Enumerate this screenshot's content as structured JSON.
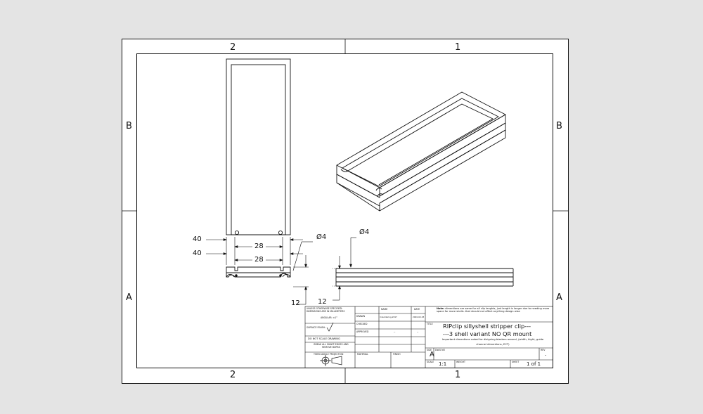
{
  "zones": {
    "top": [
      "2",
      "1"
    ],
    "bottom": [
      "2",
      "1"
    ],
    "left": [
      "B",
      "A"
    ],
    "right": [
      "B",
      "A"
    ]
  },
  "dimensions": {
    "width_outer": "40",
    "width_inner": "40",
    "span_upper": "28",
    "span_lower": "28",
    "hole_dia_front": "Ø4",
    "hole_dia_side": "Ø4",
    "height_front": "12",
    "height_side": "12"
  },
  "title_block": {
    "tolerance_note": "UNLESS OTHERWISE SPECIFIED: DIMENSIONS ARE IN MILLIMETERS",
    "tolerance_note2": "ANGULAR: ±1°",
    "surface_finish": "SURFACE FINISH:",
    "do_not_scale": "DO NOT SCALE DRAWING",
    "break_edges": "BREAK ALL SHARP EDGES AND REMOVE BURRS",
    "projection": "THIRD ANGLE PROJECTION",
    "material_label": "MATERIAL",
    "finish_label": "FINISH",
    "name_header": "NAME",
    "date_header": "DATE",
    "drawn_label": "DRAWN",
    "checked_label": "CHECKED",
    "approved_label": "APPROVED",
    "drawn_name": "mrsoldering-2017",
    "drawn_date": "2020-02-03",
    "approved_name": "--",
    "approved_date": "--",
    "note_prefix": "Note:",
    "note_text": "dimentions are same for all clip lenghts, just length is longer due to needing more space for more shells. that should not affect anything design wise",
    "title_label": "TITLE",
    "title_line1": "RIPclip sillyshell stripper clip---",
    "title_line2": "---3 shell variant NO QR mount",
    "important_note": "Important dimentions noted for disigning blasters around, (width, hight, guide channel dimentions, ECT)",
    "size_label": "SIZE",
    "size_value": "A",
    "dwg_label": "DWG NO",
    "rev_label": "REV",
    "rev_value": "-",
    "scale_label": "SCALE",
    "scale_value": "1:1",
    "weight_label": "WEIGHT",
    "sheet_label": "SHEET",
    "sheet_value": "1 of 1"
  }
}
